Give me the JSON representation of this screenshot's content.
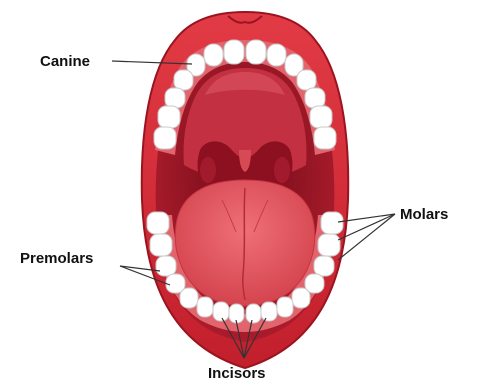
{
  "labels": {
    "canine": "Canine",
    "molars": "Molars",
    "premolars": "Premolars",
    "incisors": "Incisors"
  },
  "colors": {
    "lips": "#d42a35",
    "lip_shadow": "#9a1420",
    "cavity": "#a8182a",
    "palate": "#c23041",
    "tongue": "#e0525c",
    "teeth": "#ffffff",
    "gums": "#e2646d",
    "label_text": "#111111",
    "pointer_line": "#333333"
  },
  "icons": {
    "mouth": "open-mouth-illustration"
  }
}
